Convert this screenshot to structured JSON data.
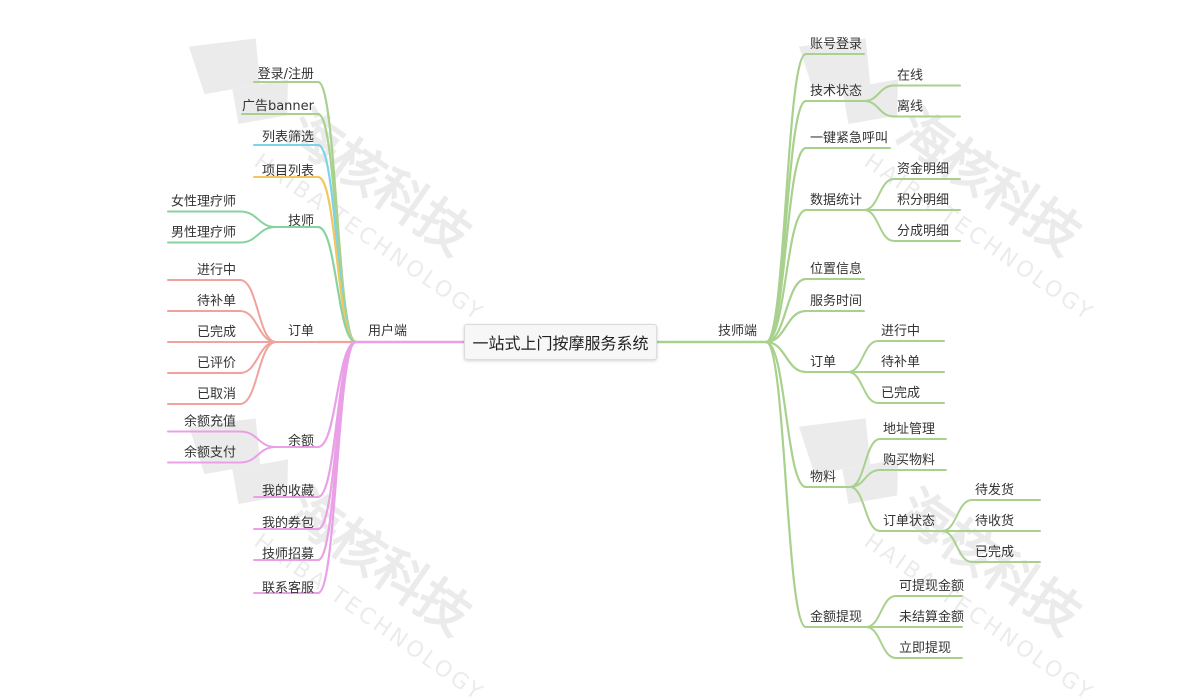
{
  "root": {
    "label": "一站式上门按摩服务系统"
  },
  "watermark": {
    "brand": "海核科技",
    "english": "HAIBA TECHNOLOGY"
  },
  "colors": {
    "green": "#a8d18d",
    "teal": "#86d3a0",
    "cyan": "#7dd3e8",
    "yellow": "#f2c75c",
    "red": "#f0a39c",
    "pink": "#e9a0e6",
    "root_bg": "#f7f7f7"
  },
  "left": {
    "label": "用户端",
    "items": [
      {
        "label": "登录/注册",
        "color": "green"
      },
      {
        "label": "广告banner",
        "color": "green"
      },
      {
        "label": "列表筛选",
        "color": "cyan"
      },
      {
        "label": "项目列表",
        "color": "yellow"
      },
      {
        "label": "技师",
        "color": "teal",
        "children": [
          "女性理疗师",
          "男性理疗师"
        ]
      },
      {
        "label": "订单",
        "color": "red",
        "children": [
          "进行中",
          "待补单",
          "已完成",
          "已评价",
          "已取消"
        ]
      },
      {
        "label": "余额",
        "color": "pink",
        "children": [
          "余额充值",
          "余额支付"
        ]
      },
      {
        "label": "我的收藏",
        "color": "pink"
      },
      {
        "label": "我的券包",
        "color": "pink"
      },
      {
        "label": "技师招募",
        "color": "pink"
      },
      {
        "label": "联系客服",
        "color": "pink"
      }
    ]
  },
  "right": {
    "label": "技师端",
    "items": [
      {
        "label": "账号登录"
      },
      {
        "label": "技术状态",
        "children": [
          "在线",
          "离线"
        ]
      },
      {
        "label": "一键紧急呼叫"
      },
      {
        "label": "数据统计",
        "children": [
          "资金明细",
          "积分明细",
          "分成明细"
        ]
      },
      {
        "label": "位置信息"
      },
      {
        "label": "服务时间"
      },
      {
        "label": "订单",
        "children": [
          "进行中",
          "待补单",
          "已完成"
        ]
      },
      {
        "label": "物料",
        "children": [
          "地址管理",
          "购买物料",
          {
            "label": "订单状态",
            "children": [
              "待发货",
              "待收货",
              "已完成"
            ]
          }
        ]
      },
      {
        "label": "金额提现",
        "children": [
          "可提现金额",
          "未结算金额",
          "立即提现"
        ]
      }
    ]
  }
}
